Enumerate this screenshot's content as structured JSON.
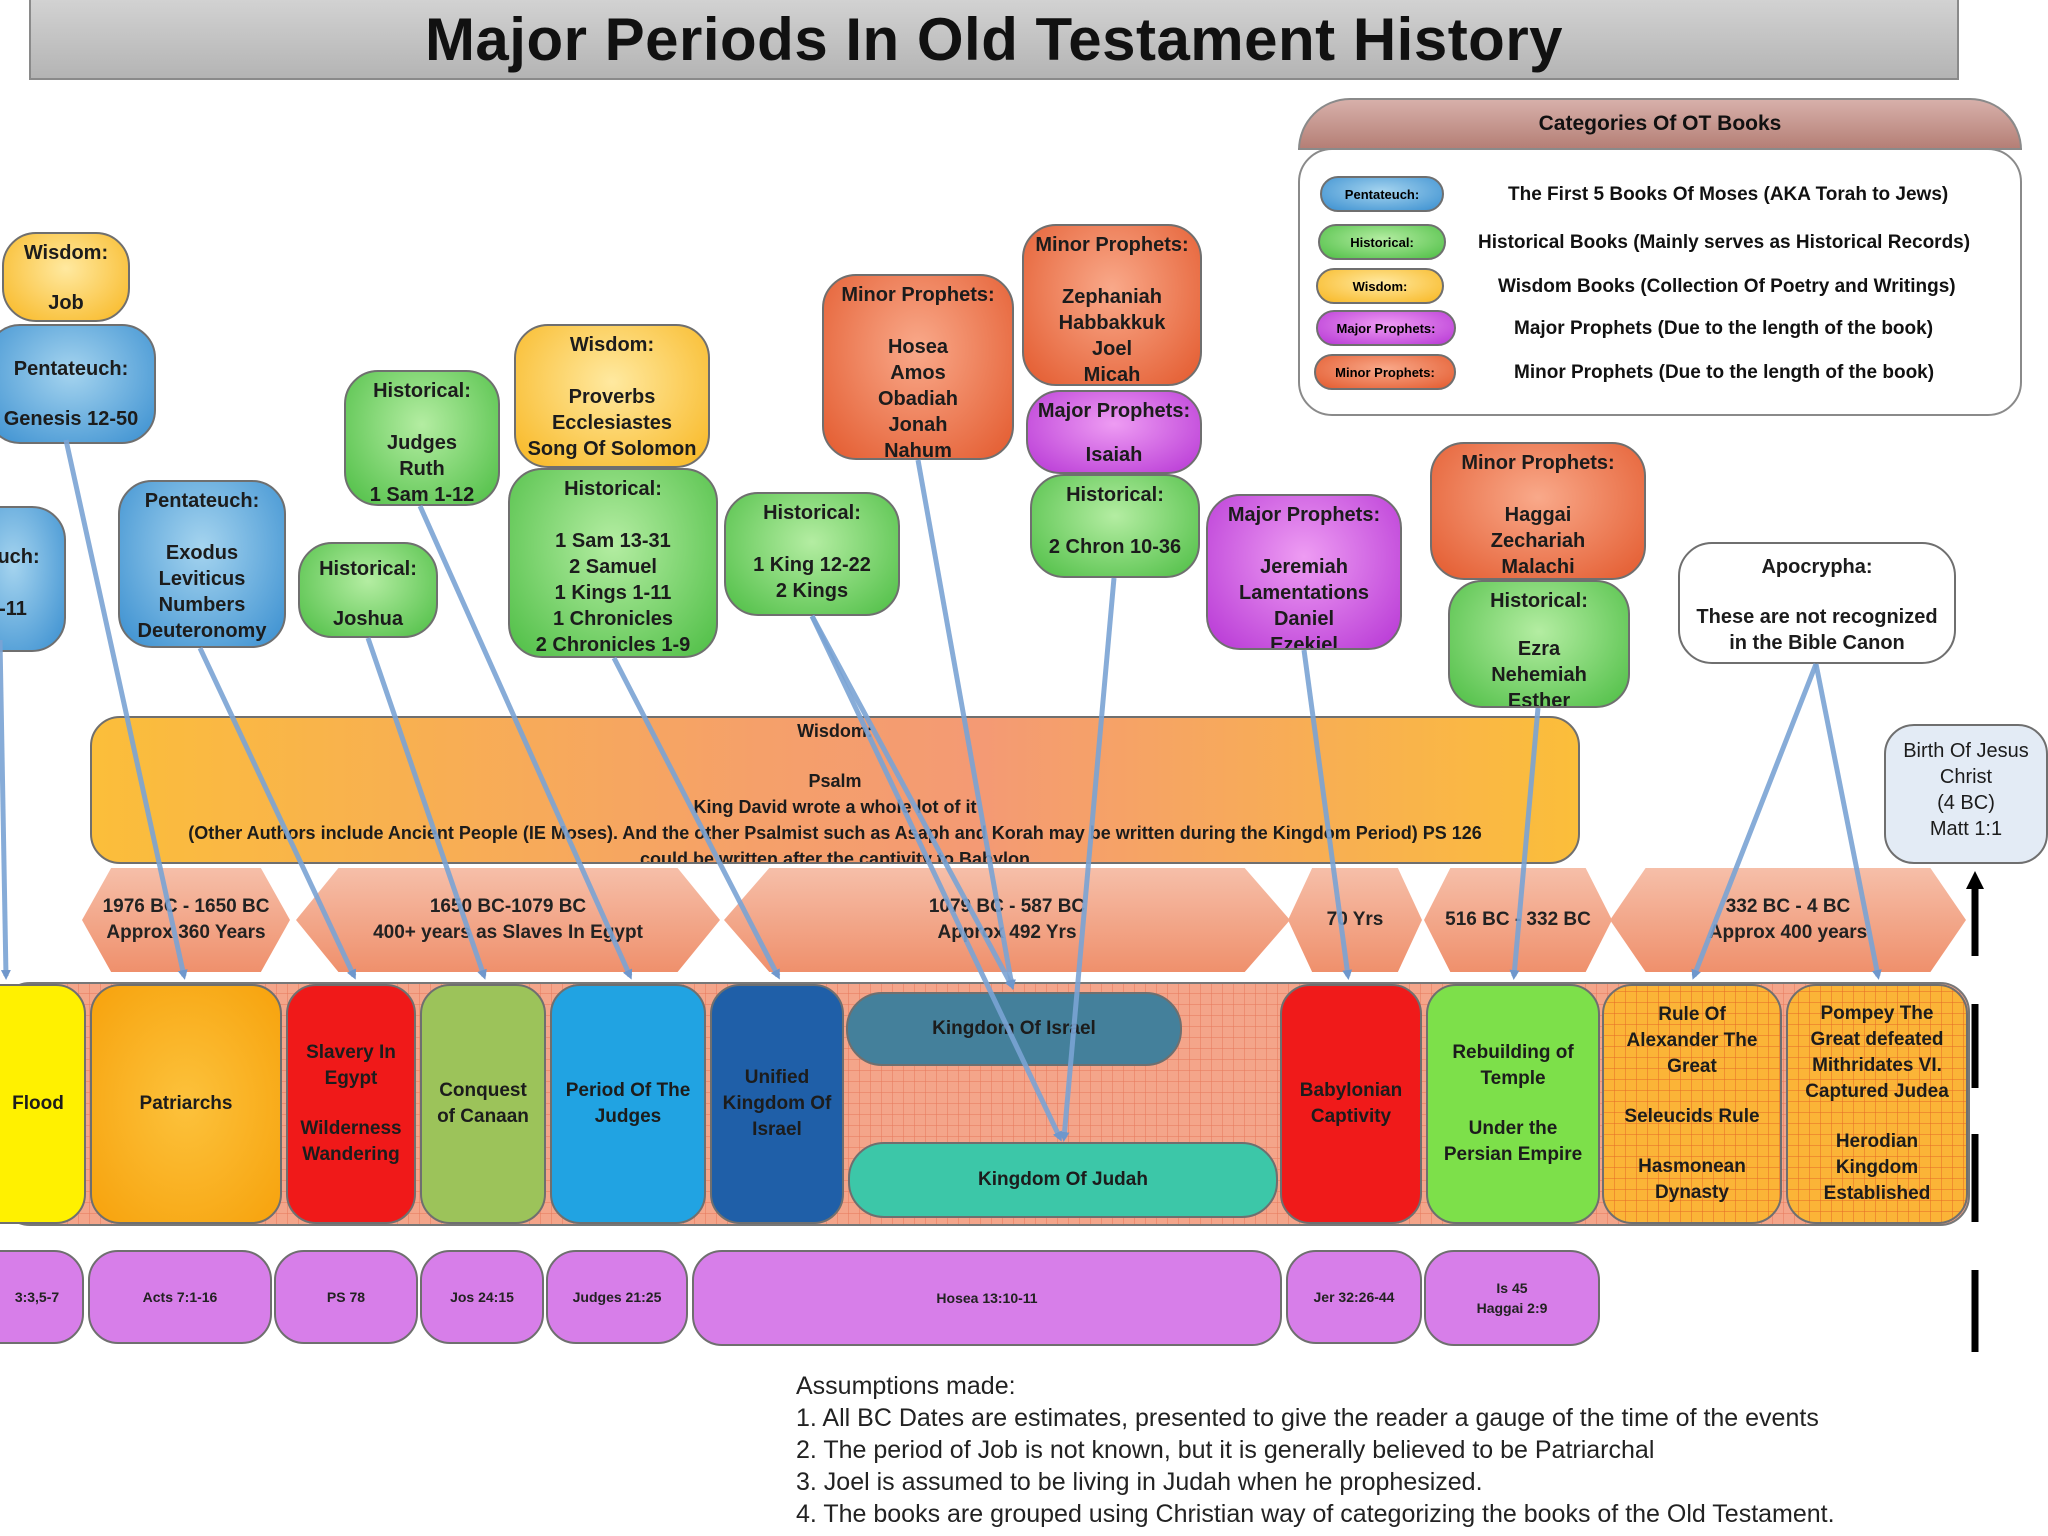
{
  "title": "Major Periods In Old Testament History",
  "legend": {
    "header": "Categories Of OT Books",
    "items": [
      {
        "pill": "Pentateuch:",
        "desc": "The First 5 Books Of Moses (AKA Torah to Jews)",
        "color": "#5aa7dd"
      },
      {
        "pill": "Historical:",
        "desc": "Historical Books (Mainly serves as Historical Records)",
        "color": "#6fd060"
      },
      {
        "pill": "Wisdom:",
        "desc": "Wisdom Books (Collection Of Poetry and Writings)",
        "color": "#fbc84a"
      },
      {
        "pill": "Major Prophets:",
        "desc": "Major Prophets (Due to the length of the book)",
        "color": "#cf5ee3"
      },
      {
        "pill": "Minor Prophets:",
        "desc": "Minor Prophets (Due to the length of the book)",
        "color": "#ec7650"
      }
    ]
  },
  "books": {
    "job": {
      "head": "Wisdom:",
      "body": "Job"
    },
    "genesis": {
      "head": "Pentateuch:",
      "body": "Genesis 12-50"
    },
    "genesis111": {
      "head": "euch:",
      "body": "-11"
    },
    "exodus": {
      "head": "Pentateuch:",
      "l1": "Exodus",
      "l2": "Leviticus",
      "l3": "Numbers",
      "l4": "Deuteronomy"
    },
    "joshua": {
      "head": "Historical:",
      "body": "Joshua"
    },
    "judges": {
      "head": "Historical:",
      "l1": "Judges",
      "l2": "Ruth",
      "l3": "1 Sam 1-12"
    },
    "proverbs": {
      "head": "Wisdom:",
      "l1": "Proverbs",
      "l2": "Ecclesiastes",
      "l3": "Song Of Solomon"
    },
    "samuel": {
      "head": "Historical:",
      "l1": "1 Sam 13-31",
      "l2": "2 Samuel",
      "l3": "1 Kings 1-11",
      "l4": "1 Chronicles",
      "l5": "2 Chronicles 1-9"
    },
    "kings": {
      "head": "Historical:",
      "l1": "1 King 12-22",
      "l2": "2 Kings"
    },
    "hosea": {
      "head": "Minor Prophets:",
      "l1": "Hosea",
      "l2": "Amos",
      "l3": "Obadiah",
      "l4": "Jonah",
      "l5": "Nahum"
    },
    "zephaniah": {
      "head": "Minor Prophets:",
      "l1": "Zephaniah",
      "l2": "Habbakkuk",
      "l3": "Joel",
      "l4": "Micah"
    },
    "isaiah": {
      "head": "Major Prophets:",
      "body": "Isaiah"
    },
    "chron": {
      "head": "Historical:",
      "body": "2 Chron 10-36"
    },
    "jeremiah": {
      "head": "Major Prophets:",
      "l1": "Jeremiah",
      "l2": "Lamentations",
      "l3": "Daniel",
      "l4": "Ezekiel"
    },
    "haggai": {
      "head": "Minor Prophets:",
      "l1": "Haggai",
      "l2": "Zechariah",
      "l3": "Malachi"
    },
    "ezra": {
      "head": "Historical:",
      "l1": "Ezra",
      "l2": "Nehemiah",
      "l3": "Esther"
    },
    "apocrypha": {
      "head": "Apocrypha:",
      "l1": "These are not recognized",
      "l2": "in the Bible Canon"
    },
    "jesus": {
      "l1": "Birth Of Jesus",
      "l2": "Christ",
      "l3": "(4 BC)",
      "l4": "Matt 1:1"
    }
  },
  "psalm": {
    "head": "Wisdom:",
    "l1": "Psalm",
    "l2": "King David wrote a whole lot of it",
    "l3": "(Other Authors include Ancient People (IE Moses). And the other Psalmist such as  Asaph and Korah may be written during the Kingdom Period) PS 126",
    "l4": "could be written after the captivity to Babylon"
  },
  "spans": [
    {
      "l1": "1976 BC - 1650 BC",
      "l2": "Approx 360 Years"
    },
    {
      "l1": "1650 BC-1079 BC",
      "l2": "400+ years as Slaves In Egypt"
    },
    {
      "l1": "1079 BC - 587 BC",
      "l2": "Approx 492 Yrs"
    },
    {
      "l1": "70 Yrs"
    },
    {
      "l1": "516 BC - 332 BC"
    },
    {
      "l1": "332 BC - 4 BC",
      "l2": "Approx 400 years"
    }
  ],
  "periods": {
    "flood": "Flood",
    "patriarchs": "Patriarchs",
    "slavery": {
      "l1": "Slavery In",
      "l2": "Egypt",
      "l3": "Wilderness",
      "l4": "Wandering"
    },
    "conquest": {
      "l1": "Conquest",
      "l2": "of Canaan"
    },
    "judges": {
      "l1": "Period Of The",
      "l2": "Judges"
    },
    "unified": {
      "l1": "Unified",
      "l2": "Kingdom Of",
      "l3": "Israel"
    },
    "israel": "Kingdom Of Israel",
    "judah": "Kingdom Of Judah",
    "babylon": {
      "l1": "Babylonian",
      "l2": "Captivity"
    },
    "temple": {
      "l1": "Rebuilding of",
      "l2": "Temple",
      "l3": "Under the",
      "l4": "Persian Empire"
    },
    "alexander": {
      "l1": "Rule Of",
      "l2": "Alexander The",
      "l3": "Great",
      "l4": "Seleucids Rule",
      "l5": "Hasmonean",
      "l6": "Dynasty"
    },
    "pompey": {
      "l1": "Pompey The",
      "l2": "Great defeated",
      "l3": "Mithridates VI.",
      "l4": "Captured Judea",
      "l5": "Herodian",
      "l6": "Kingdom",
      "l7": "Established"
    }
  },
  "references": [
    {
      "l1": "3:3,5-7"
    },
    {
      "l1": "Acts 7:1-16"
    },
    {
      "l1": "PS 78"
    },
    {
      "l1": "Jos 24:15"
    },
    {
      "l1": "Judges 21:25"
    },
    {
      "l1": "Hosea 13:10-11"
    },
    {
      "l1": "Jer 32:26-44"
    },
    {
      "l1": "Is 45",
      "l2": "Haggai 2:9"
    }
  ],
  "assumptions": {
    "heading": "Assumptions made:",
    "items": [
      "1. All BC Dates are estimates, presented to give the reader a gauge of the time of the events",
      "2. The period of Job is not known, but it is generally believed to be Patriarchal",
      "3. Joel is assumed to be living in Judah when he prophesized.",
      "4. The books are grouped using Christian way of categorizing the books of the Old Testament."
    ]
  },
  "colors": {
    "pentateuch": "#4a9bd8",
    "historical": "#5fc653",
    "wisdom": "#fbbf34",
    "major_prophets": "#c548dc",
    "minor_prophets": "#e8683f",
    "timeline_band": "#f4a58a",
    "connector": "#7aa3d4"
  }
}
